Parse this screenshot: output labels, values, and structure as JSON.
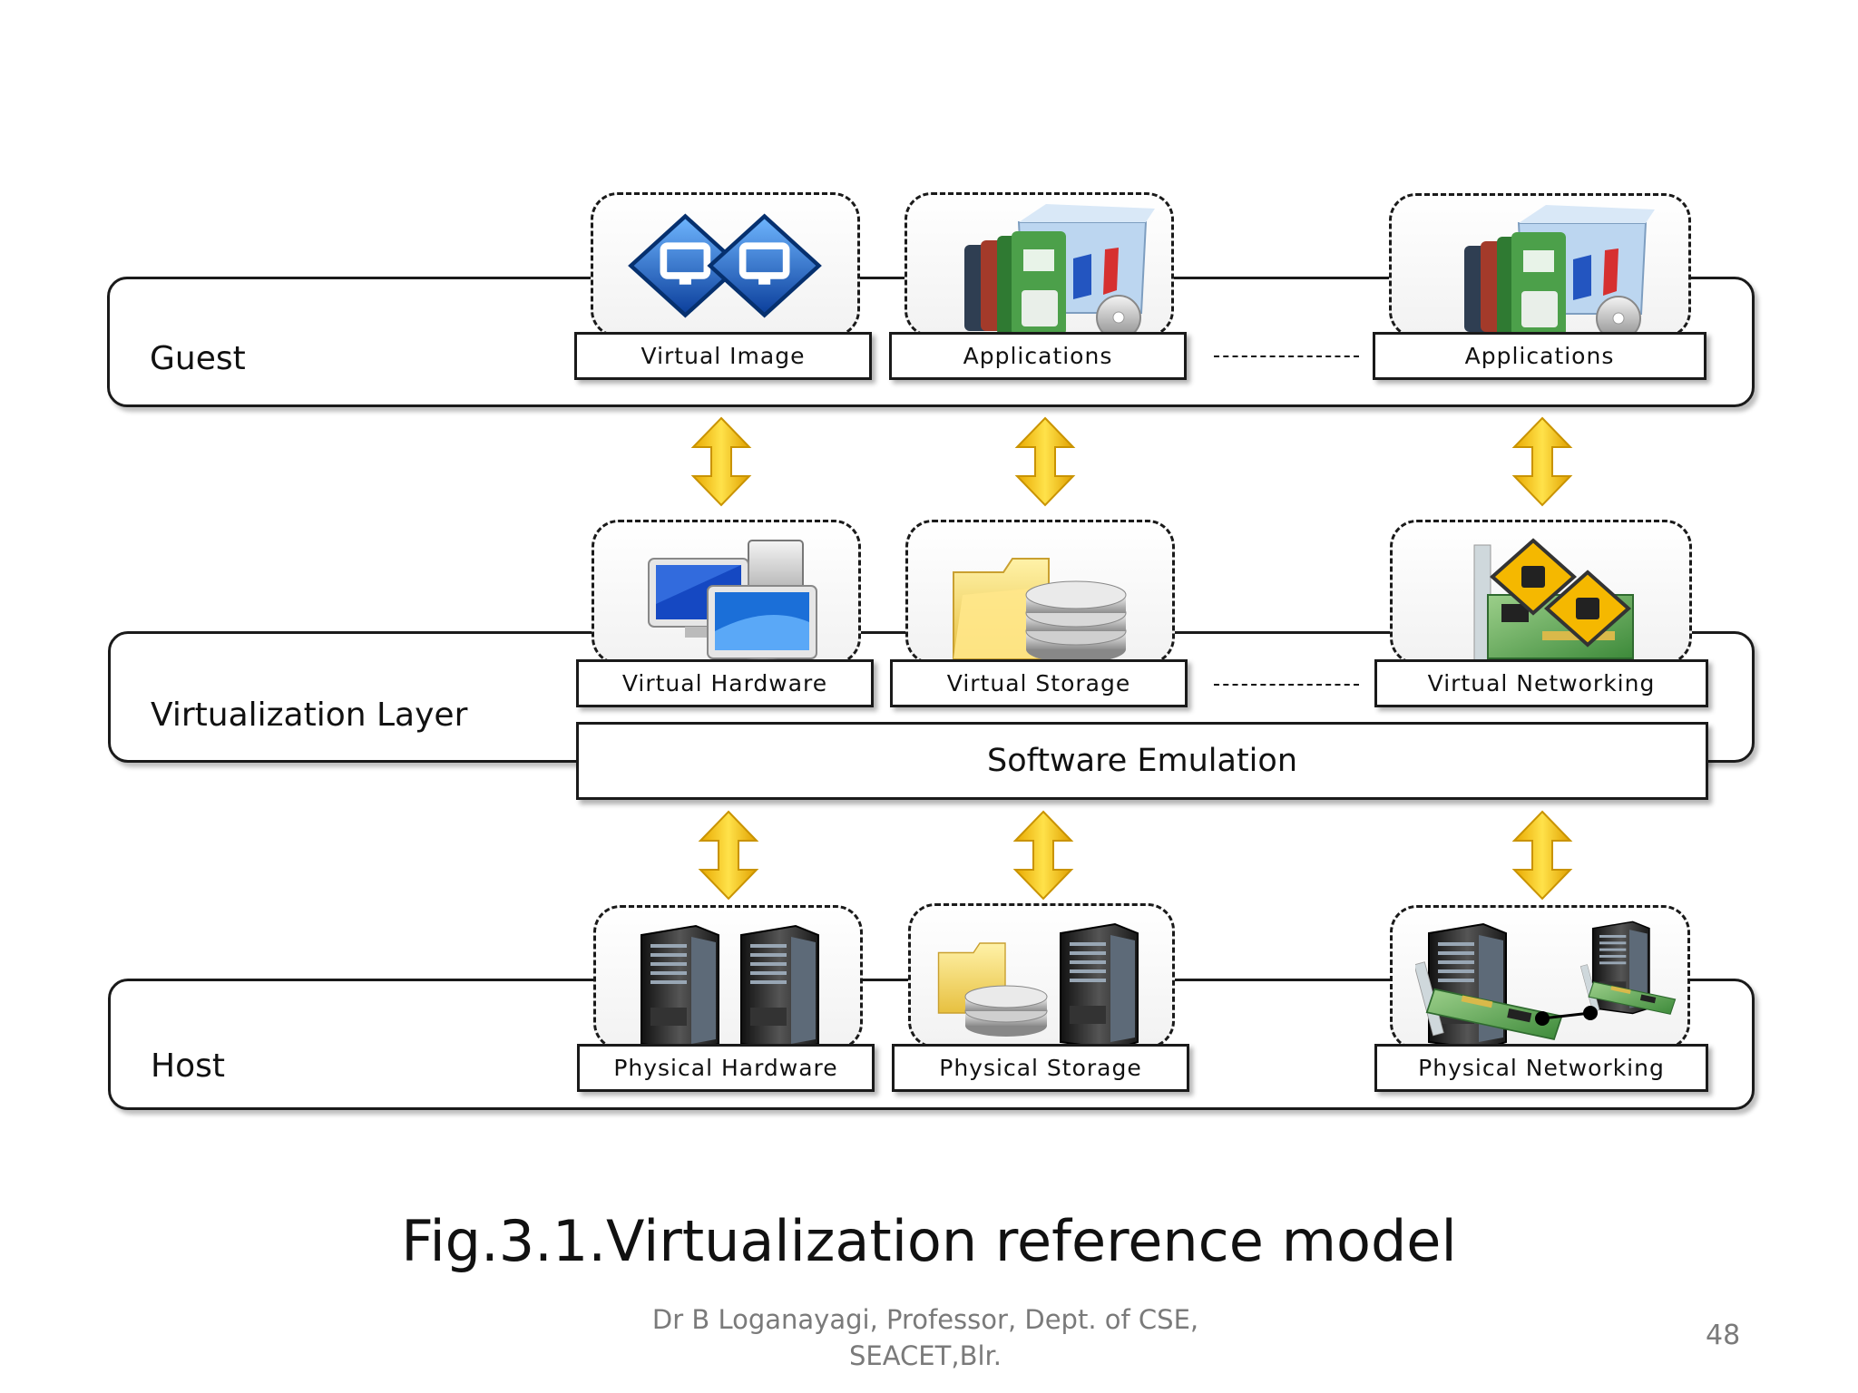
{
  "layers": {
    "guest": "Guest",
    "virtualization": "Virtualization Layer",
    "host": "Host"
  },
  "components": {
    "virtual_image": "Virtual Image",
    "applications_1": "Applications",
    "applications_2": "Applications",
    "virtual_hardware": "Virtual Hardware",
    "virtual_storage": "Virtual Storage",
    "virtual_networking": "Virtual Networking",
    "software_emulation": "Software Emulation",
    "physical_hardware": "Physical Hardware",
    "physical_storage": "Physical Storage",
    "physical_networking": "Physical Networking"
  },
  "caption": "Fig.3.1.Virtualization reference model",
  "footer": {
    "line1": "Dr B Loganayagi, Professor, Dept. of CSE,",
    "line2": "SEACET,Blr.",
    "page_number": "48"
  },
  "colors": {
    "arrow": "#f5c400",
    "outline": "#1a1a1a",
    "footer_text": "#7a7a7a"
  }
}
